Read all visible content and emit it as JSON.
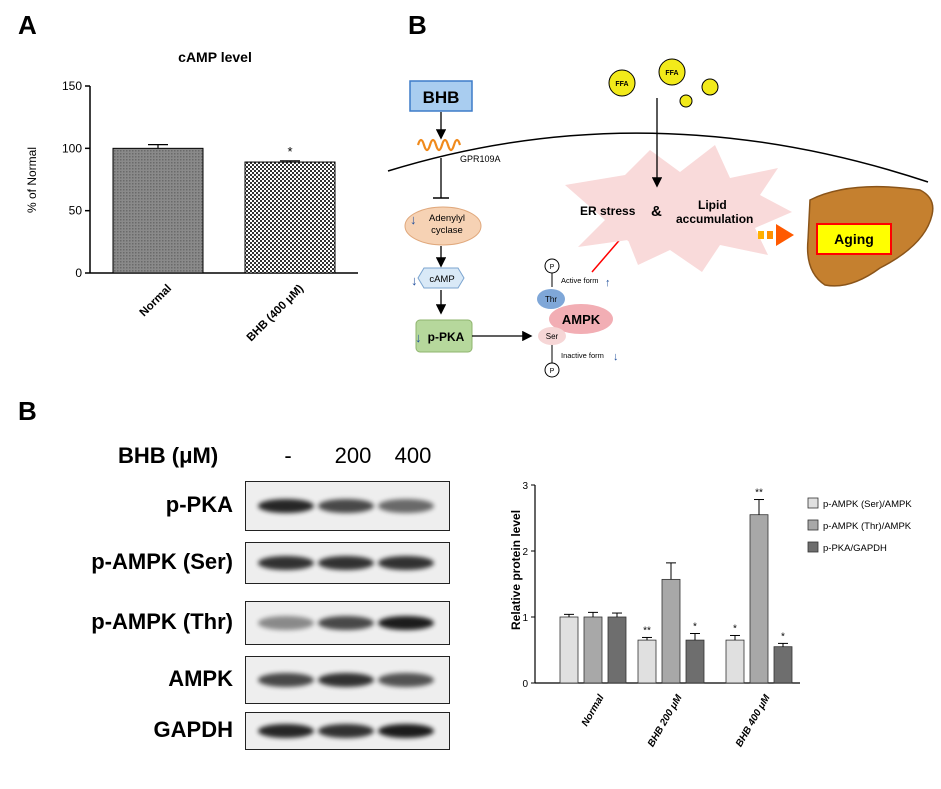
{
  "panel_letters": {
    "A": "A",
    "B_top": "B",
    "B_bottom": "B"
  },
  "chart_data": [
    {
      "type": "bar",
      "title": "cAMP level",
      "ylabel": "% of Normal",
      "xlabel": "",
      "categories": [
        "Normal",
        "BHB (400 μM)"
      ],
      "values": [
        100,
        89
      ],
      "errors": [
        3,
        1
      ],
      "significance": [
        "",
        "*"
      ],
      "ylim": [
        0,
        150
      ],
      "yticks": [
        "0",
        "50",
        "100",
        "150"
      ],
      "bar_fills": [
        "dense-gray",
        "checker"
      ],
      "grid": false
    },
    {
      "type": "bar",
      "title": "",
      "ylabel": "Relative protein level",
      "xlabel": "",
      "categories": [
        "Normal",
        "BHB 200 μM",
        "BHB 400 μM"
      ],
      "ylim": [
        0,
        3
      ],
      "yticks": [
        "0",
        "1",
        "2",
        "3"
      ],
      "legend_position": "top-right",
      "grid": false,
      "series": [
        {
          "name": "p-AMPK (Ser)/AMPK",
          "values": [
            1.0,
            0.65,
            0.65
          ],
          "errors": [
            0.04,
            0.04,
            0.07
          ],
          "significance": [
            "",
            "**",
            "*"
          ],
          "color": "#e0e0e0"
        },
        {
          "name": "p-AMPK (Thr)/AMPK",
          "values": [
            1.0,
            1.57,
            2.55
          ],
          "errors": [
            0.07,
            0.25,
            0.23
          ],
          "significance": [
            "",
            "",
            "**"
          ],
          "color": "#a8a8a8"
        },
        {
          "name": "p-PKA/GAPDH",
          "values": [
            1.0,
            0.65,
            0.55
          ],
          "errors": [
            0.06,
            0.1,
            0.05
          ],
          "significance": [
            "",
            "*",
            "*"
          ],
          "color": "#6e6e6e"
        }
      ]
    }
  ],
  "diagram": {
    "bhb": "BHB",
    "receptor": "GPR109A",
    "adenylyl_line1": "Adenylyl",
    "adenylyl_line2": "cyclase",
    "camp": "cAMP",
    "ppka": "p-PKA",
    "ampk": "AMPK",
    "thr": "Thr",
    "ser": "Ser",
    "p": "P",
    "active_form": "Active form",
    "inactive_form": "Inactive form",
    "ffa": "FFA",
    "er_stress": "ER stress",
    "amp": "&",
    "lipid_line1": "Lipid",
    "lipid_line2": "accumulation",
    "aging": "Aging",
    "down_arrow": "↓",
    "up_arrow": "↑",
    "colors": {
      "bhb_box": "#a9cdf0",
      "adenylyl": "#f6d2b4",
      "camp": "#d9e9f7",
      "ppka": "#b6d89c",
      "ampk": "#f2aeb4",
      "thr": "#7fa7d8",
      "ser": "#f6d6d6",
      "burst": "#f9dada",
      "ffa": "#f2ea1a",
      "liver": "#c5802f",
      "aging_box": "#ffff00",
      "inhibit": "#ff0000"
    }
  },
  "western_blot": {
    "header_label": "BHB (μM)",
    "doses": [
      "-",
      "200",
      "400"
    ],
    "rows": [
      {
        "label": "p-PKA",
        "intensity": [
          0.9,
          0.75,
          0.6
        ]
      },
      {
        "label": "p-AMPK (Ser)",
        "intensity": [
          0.85,
          0.85,
          0.85
        ]
      },
      {
        "label": "p-AMPK (Thr)",
        "intensity": [
          0.45,
          0.75,
          0.95
        ]
      },
      {
        "label": "AMPK",
        "intensity": [
          0.75,
          0.85,
          0.7
        ]
      },
      {
        "label": "GAPDH",
        "intensity": [
          0.9,
          0.85,
          0.95
        ]
      }
    ]
  }
}
